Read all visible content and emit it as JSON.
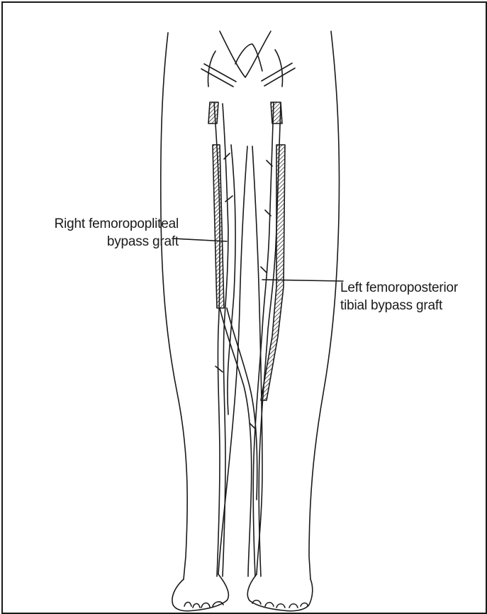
{
  "labels": {
    "right_graft": {
      "line1": "Right femoropopliteal",
      "line2": "bypass graft"
    },
    "left_graft": {
      "line1": "Left femoroposterior",
      "line2": "tibial bypass graft"
    }
  },
  "colors": {
    "ink": "#1a1a1a",
    "background": "#ffffff"
  }
}
